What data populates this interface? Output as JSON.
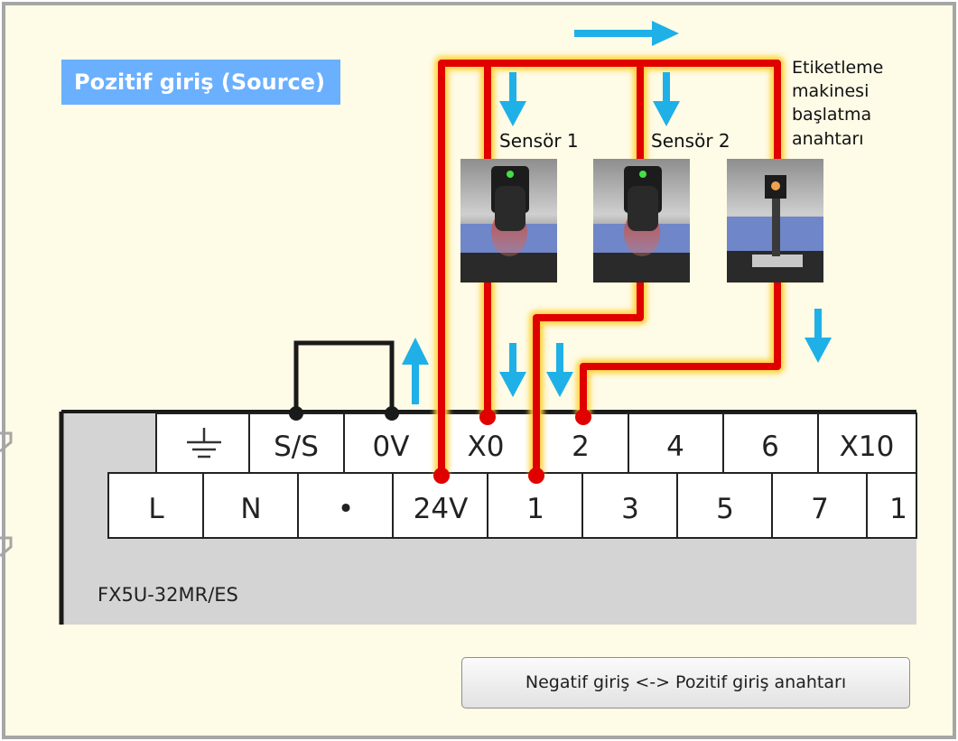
{
  "title": "Pozitif giriş (Source)",
  "sensors": [
    {
      "label": "Sensör 1"
    },
    {
      "label": "Sensör 2"
    }
  ],
  "start_switch": {
    "lines": [
      "Etiketleme",
      "makinesi",
      "başlatma",
      "anahtarı"
    ]
  },
  "terminal_top_row": [
    "S/S",
    "0V",
    "X0",
    "2",
    "4",
    "6",
    "X10"
  ],
  "terminal_bottom_row": [
    "L",
    "N",
    "•",
    "24V",
    "1",
    "3",
    "5",
    "7",
    "1"
  ],
  "plc_model": "FX5U-32MR/ES",
  "switch_button": "Negatif giriş <-> Pozitif giriş anahtarı",
  "colors": {
    "wire": "#e00000",
    "wire_glow": "#ffd23a",
    "arrow": "#1fb0e8",
    "panel": "#fefbe6",
    "badge": "#6ab0ff"
  },
  "icons": [
    "ground-icon",
    "flow-arrow-icon",
    "photoelectric-sensor-icon",
    "start-switch-icon"
  ]
}
